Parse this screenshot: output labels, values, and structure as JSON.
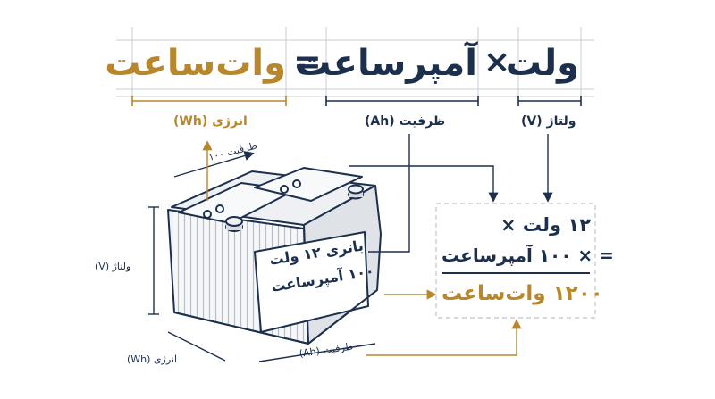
{
  "formula": {
    "result": "وات‌ساعت",
    "equals": "=",
    "capacity": "آمپرساعت",
    "times": "×",
    "voltage": "ولت"
  },
  "labels": {
    "energy": "انرژی (Wh)",
    "capacity": "ظرفیت (Ah)",
    "voltage": "ولتاژ (V)",
    "top_capacity": "ظرفیت ۱۰۰",
    "side_voltage": "ولتاژ (V)",
    "bottom_energy": "انرژی (Wh)",
    "bottom_capacity": "ظرفیت (Ah)"
  },
  "battery": {
    "line1": "باتری ۱۲ ولت",
    "line2": "۱۰۰ آمپرساعت"
  },
  "calc": {
    "line1": "۱۲ ولت ×",
    "line2": "= × ۱۰۰ آمپرساعت",
    "result": "۱۲۰۰ وات‌ساعت"
  },
  "colors": {
    "navy": "#1c2f4d",
    "gold": "#b8862b",
    "grid": "#c9cdd3"
  }
}
